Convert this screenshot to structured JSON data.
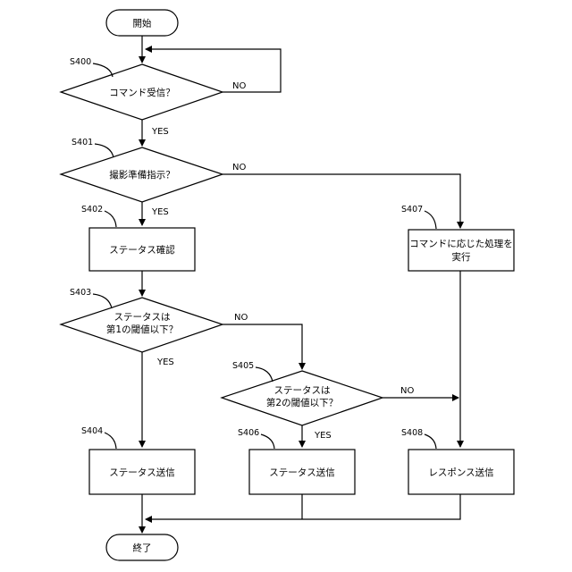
{
  "nodes": {
    "start": "開始",
    "s400": "コマンド受信？",
    "s401": "撮影準備指示？",
    "s402": "ステータス確認",
    "s403_line1": "ステータスは",
    "s403_line2": "第1の閾値以下？",
    "s404": "ステータス送信",
    "s405_line1": "ステータスは",
    "s405_line2": "第2の閾値以下？",
    "s406": "ステータス送信",
    "s407_line1": "コマンドに応じた処理を",
    "s407_line2": "実行",
    "s408": "レスポンス送信",
    "end": "終了"
  },
  "step_labels": {
    "s400": "S400",
    "s401": "S401",
    "s402": "S402",
    "s403": "S403",
    "s404": "S404",
    "s405": "S405",
    "s406": "S406",
    "s407": "S407",
    "s408": "S408"
  },
  "branches": {
    "s400_no": "NO",
    "s400_yes": "YES",
    "s401_no": "NO",
    "s401_yes": "YES",
    "s403_no": "NO",
    "s403_yes": "YES",
    "s405_no": "NO",
    "s405_yes": "YES"
  },
  "colors": {
    "stroke": "#000000",
    "fill": "#ffffff"
  }
}
